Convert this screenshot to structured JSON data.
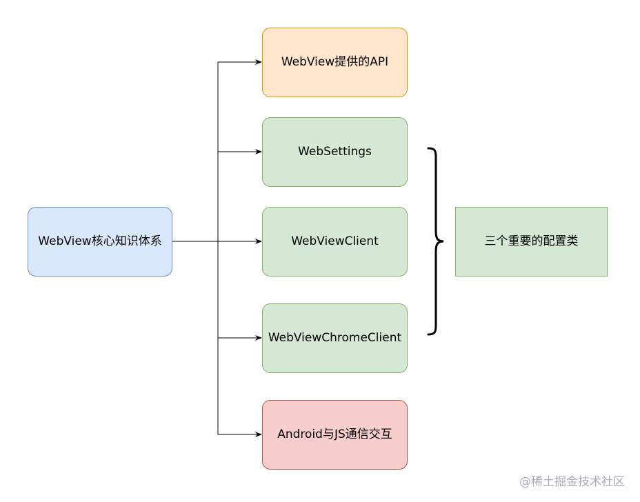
{
  "diagram": {
    "root": "WebView核心知识体系",
    "children": [
      {
        "id": "api",
        "label": "WebView提供的API",
        "color": "#ffe6cc",
        "border": "#d79b00"
      },
      {
        "id": "settings",
        "label": "WebSettings",
        "color": "#d5e8d4",
        "border": "#82b366"
      },
      {
        "id": "client",
        "label": "WebViewClient",
        "color": "#d5e8d4",
        "border": "#82b366"
      },
      {
        "id": "chrome",
        "label": "WebViewChromeClient",
        "color": "#d5e8d4",
        "border": "#82b366"
      },
      {
        "id": "js",
        "label": "Android与JS通信交互",
        "color": "#f8cecc",
        "border": "#b85450"
      }
    ],
    "group_label": "三个重要的配置类",
    "root_color": "#dae8fc",
    "root_border": "#6c8ebf"
  },
  "watermark": "@稀土掘金技术社区"
}
